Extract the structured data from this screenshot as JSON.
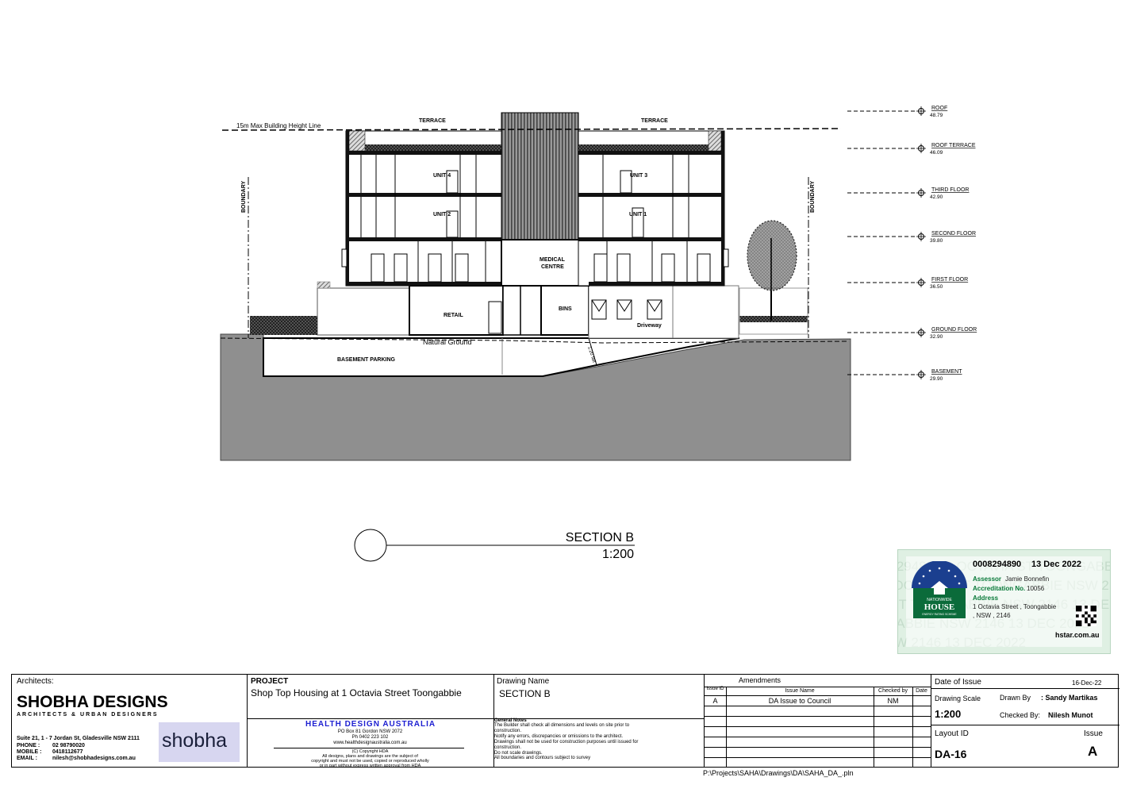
{
  "section": {
    "title": "SECTION B",
    "scale": "1:200"
  },
  "height_line": "15m Max Building Height Line",
  "labels": {
    "terrace_left": "TERRACE",
    "terrace_right": "TERRACE",
    "unit4": "UNIT 4",
    "unit3": "UNIT 3",
    "unit2": "UNIT 2",
    "unit1": "UNIT 1",
    "medical_line1": "MEDICAL",
    "medical_line2": "CENTRE",
    "retail": "RETAIL",
    "bins": "BINS",
    "driveway": "Driveway",
    "natural_ground": "Natural Ground",
    "basement_parking": "BASEMENT PARKING",
    "boundary_left": "BOUNDARY",
    "boundary_right": "BOUNDARY",
    "ramp": "1:20 fall"
  },
  "levels": [
    {
      "name": "ROOF",
      "rl": "48.79"
    },
    {
      "name": "ROOF TERRACE",
      "rl": "46.09"
    },
    {
      "name": "THIRD FLOOR",
      "rl": "42.90"
    },
    {
      "name": "SECOND FLOOR",
      "rl": "39.80"
    },
    {
      "name": "FIRST FLOOR",
      "rl": "36.50"
    },
    {
      "name": "GROUND FLOOR",
      "rl": "32.90"
    },
    {
      "name": "BASEMENT",
      "rl": "29.90"
    }
  ],
  "stamp": {
    "number": "0008294890",
    "date": "13 Dec 2022",
    "assessor_label": "Assessor",
    "assessor": "Jamie Bonnefin",
    "accreditation_label": "Accreditation No.",
    "accreditation": "10056",
    "address_label": "Address",
    "address1": "1 Octavia Street , Toongabbie",
    "address2": ", NSW , 2146",
    "website": "hstar.com.au",
    "logo_top": "NATIONWIDE",
    "logo_house": "HOUSE",
    "logo_sub": "ENERGY RATING SCHEME",
    "watermark": "0008294890 1 OCTAVIA ST TOONGABBIE NSW 2146 13 DEC 2022"
  },
  "titleblock": {
    "architects_label": "Architects:",
    "firm": "SHOBHA DESIGNS",
    "firm_sub": "ARCHITECTS & URBAN DESIGNERS",
    "address": "Suite 21, 1 - 7 Jordan St, Gladesville NSW 2111",
    "phone_label": "PHONE  :",
    "phone": "02 98790020",
    "mobile_label": "MOBILE :",
    "mobile": "0418112677",
    "email_label": "EMAIL  :",
    "email": "nilesh@shobhadesigns.com.au",
    "logo_text": "shobha",
    "project_label": "PROJECT",
    "project": "Shop Top Housing at 1 Octavia Street Toongabbie",
    "hda_name": "HEALTH DESIGN AUSTRALIA",
    "hda_po": "PO Box 81 Gordon NSW 2072",
    "hda_ph": "Ph 0402 223 102",
    "hda_web": "www.healthdesignaustralia.com.au",
    "hda_copy1": "(C) Copyright HDA",
    "hda_copy2": "All designs, plans and drawings are the subject of",
    "hda_copy3": "copyright and must not be used, copied or reproduced wholly",
    "hda_copy4": "or in part without express written approval from HDA",
    "drawing_name_label": "Drawing Name",
    "drawing_name": "SECTION B",
    "notes_title": "General Notes",
    "notes": [
      "The Builder shall check all dimensions and levels on site prior to",
      "construction.",
      "Notify any errors, discrepancies or omissions to the architect.",
      "Drawings shall not be used for construction purposes until issued for",
      "construction.",
      "Do not scale drawings.",
      "All boundaries and contours subject to survey"
    ],
    "amendments_label": "Amendments",
    "col_issue_id": "Issue ID",
    "col_issue_name": "Issue Name",
    "col_checked": "Checked by",
    "col_date": "Date",
    "amend_id": "A",
    "amend_name": "DA Issue to Council",
    "amend_checked": "NM",
    "date_label": "Date of Issue",
    "date": "16-Dec-22",
    "scale_label": "Drawing Scale",
    "scale": "1:200",
    "drawn_label": "Drawn By",
    "drawn": ": Sandy Martikas",
    "checked_label": "Checked By:",
    "checked": "Nilesh Munot",
    "layout_label": "Layout ID",
    "layout": "DA-16",
    "issue_label": "Issue",
    "issue": "A",
    "file_path": "P:\\Projects\\SAHA\\Drawings\\DA\\SAHA_DA_.pln"
  }
}
